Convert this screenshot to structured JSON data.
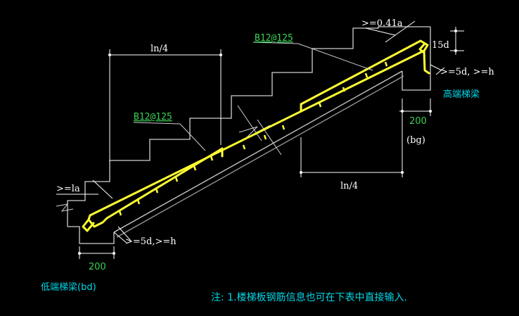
{
  "labels": {
    "top_ln4": "ln/4",
    "bottom_ln4": "ln/4",
    "rebar_upper": "B12@125",
    "rebar_lower": "B12@125",
    "anchor_041la": ">=0.41a",
    "anchor_15d": "15d",
    "anchor_top_5d_h": ">=5d, >=h",
    "anchor_bottom_5d_h": ">=5d,>=h",
    "anchor_la": ">=la",
    "high_beam": "高端梯梁",
    "high_beam_width": "200",
    "high_beam_code": "(bg)",
    "low_beam": "低端梯梁(bd)",
    "low_beam_width": "200",
    "note": "注: 1.楼梯板钢筋信息也可在下表中直接输入."
  },
  "colors": {
    "background": "#000000",
    "concrete_outline": "#d0d0d0",
    "rebar": "#ffff33",
    "dimension": "#ffffff",
    "rebar_label": "#39d353",
    "beam_label": "#00d8e8"
  }
}
